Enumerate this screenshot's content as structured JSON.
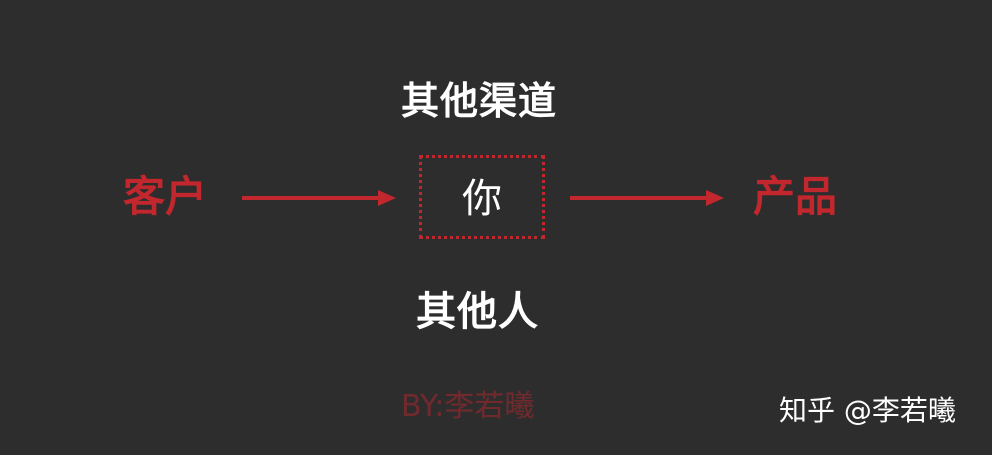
{
  "colors": {
    "background": "#2e2d2e",
    "accent_red": "#c1272d",
    "text_white": "#ffffff"
  },
  "diagram": {
    "top_label": "其他渠道",
    "left_label": "客户",
    "center_label": "你",
    "right_label": "产品",
    "bottom_label": "其他人"
  },
  "watermark": {
    "by_text": "BY:李若曦",
    "platform_text": "知乎 @李若曦"
  },
  "icons": {
    "arrow_left_to_center": "right-arrow-icon",
    "arrow_center_to_right": "right-arrow-icon"
  }
}
